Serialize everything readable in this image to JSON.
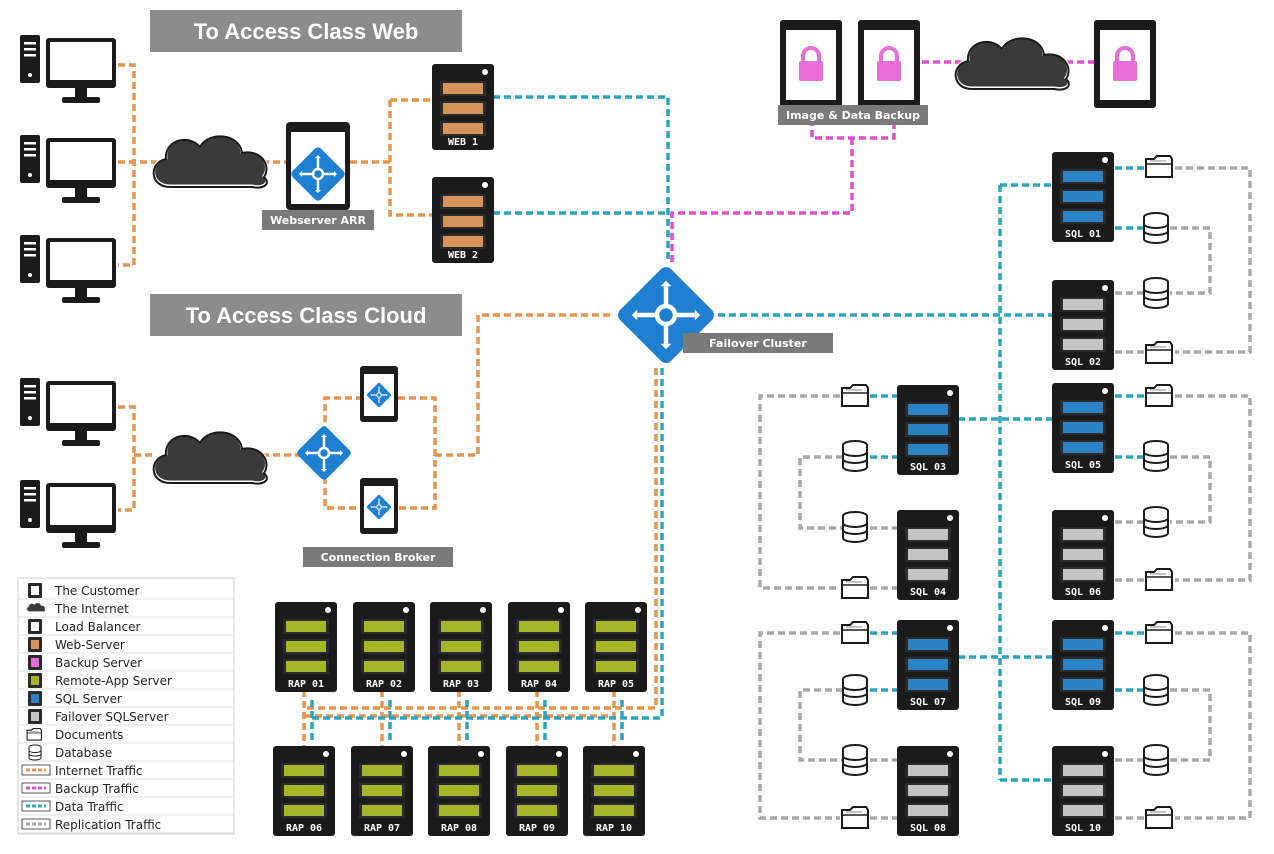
{
  "sections": {
    "web_title": "To Access Class Web",
    "cloud_title": "To Access Class Cloud"
  },
  "labels": {
    "webserver_arr": "Webserver ARR",
    "image_backup": "Image & Data Backup",
    "failover_cluster": "Failover Cluster",
    "connection_broker": "Connection Broker"
  },
  "web_servers": [
    "WEB 1",
    "WEB 2"
  ],
  "rap_servers": [
    "RAP 01",
    "RAP 02",
    "RAP 03",
    "RAP 04",
    "RAP 05",
    "RAP 06",
    "RAP 07",
    "RAP 08",
    "RAP 09",
    "RAP 10"
  ],
  "sql_servers": [
    "SQL 01",
    "SQL 02",
    "SQL 03",
    "SQL 04",
    "SQL 05",
    "SQL 06",
    "SQL 07",
    "SQL 08",
    "SQL 09",
    "SQL 10"
  ],
  "legend": [
    {
      "label": "The Customer",
      "icon": "customer-icon"
    },
    {
      "label": "The Internet",
      "icon": "cloud-icon"
    },
    {
      "label": "Load Balancer",
      "icon": "load-balancer-icon"
    },
    {
      "label": "Web-Server",
      "icon": "web-server-icon"
    },
    {
      "label": "Backup Server",
      "icon": "backup-server-icon"
    },
    {
      "label": "Remote-App Server",
      "icon": "remote-app-server-icon"
    },
    {
      "label": "SQL Server",
      "icon": "sql-server-icon"
    },
    {
      "label": "Failover SQLServer",
      "icon": "failover-sql-server-icon"
    },
    {
      "label": "Documents",
      "icon": "documents-icon"
    },
    {
      "label": "Database",
      "icon": "database-icon"
    },
    {
      "label": "Internet Traffic",
      "icon": "internet-traffic-line"
    },
    {
      "label": "Backup Traffic",
      "icon": "backup-traffic-line"
    },
    {
      "label": "Data Traffic",
      "icon": "data-traffic-line"
    },
    {
      "label": "Replication Traffic",
      "icon": "replication-traffic-line"
    }
  ],
  "colors": {
    "internet_traffic": "#e8944a",
    "backup_traffic": "#e04fd0",
    "data_traffic": "#2aa5bd",
    "replication_traffic": "#a8a8a8",
    "load_balancer": "#1f7fd0",
    "web_server_slot": "#d4945a",
    "rap_slot": "#a6b52a",
    "sql_active_slot": "#2b82c4",
    "sql_failover_slot": "#c4c4c4",
    "backup_lock": "#e86ed8",
    "label_plate": "#7a7a7a"
  }
}
